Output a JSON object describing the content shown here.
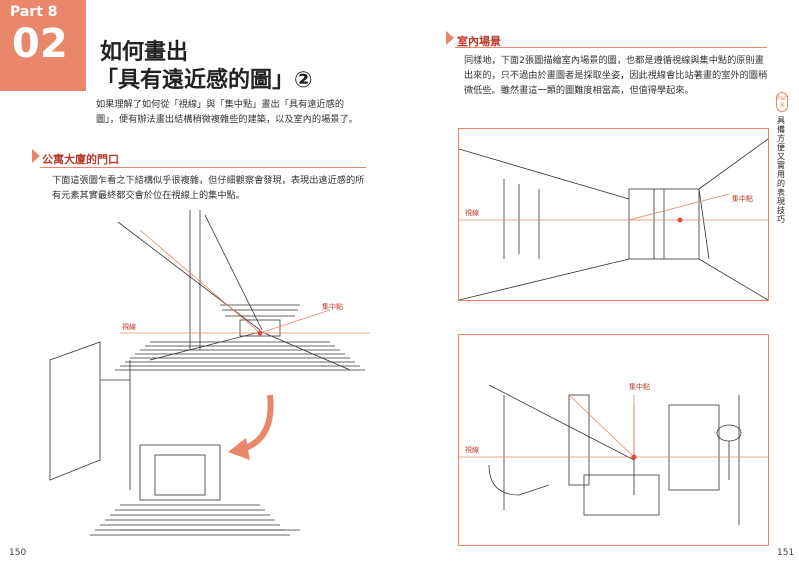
{
  "left_page": {
    "part_label": "Part 8",
    "part_number": "02",
    "title_line1": "如何畫出",
    "title_line2": "「具有遠近感的圖」②",
    "intro": "如果理解了如何從「視線」與「集中點」畫出「具有遠近感的圖」，便有辦法畫出結構稍微複雜些的建築，以及室內的場景了。",
    "section_title": "公寓大廈的門口",
    "section_text": "下面這張圖乍看之下結構似乎很複雜，但仔細觀察會發現，表現出遠近感的所有元素其實最終都交會於位在視線上的集中點。",
    "figure_labels": {
      "horizon": "視線",
      "vanishing": "集中點"
    },
    "page_number": "150"
  },
  "right_page": {
    "section_title": "室內場景",
    "section_text": "同樣地，下面2張圖描繪室內場景的圖，也都是遵循視線與集中點的原則畫出來的，只不過由於畫圖者是採取坐姿，因此視線會比站著畫的室外的圖稍微低些。雖然畫這一類的圖難度相當高，但值得學起來。",
    "figure1_labels": {
      "horizon": "視線",
      "vanishing": "集中點"
    },
    "figure2_labels": {
      "horizon": "視線",
      "vanishing": "集中點"
    },
    "side_tab_part": "Part 8",
    "side_tab_text": "具備方便又實用的表現技巧",
    "page_number": "151"
  },
  "colors": {
    "accent": "#e9876a",
    "heading": "#b93a2c",
    "lines": "#333333",
    "guide": "#e9876a"
  }
}
